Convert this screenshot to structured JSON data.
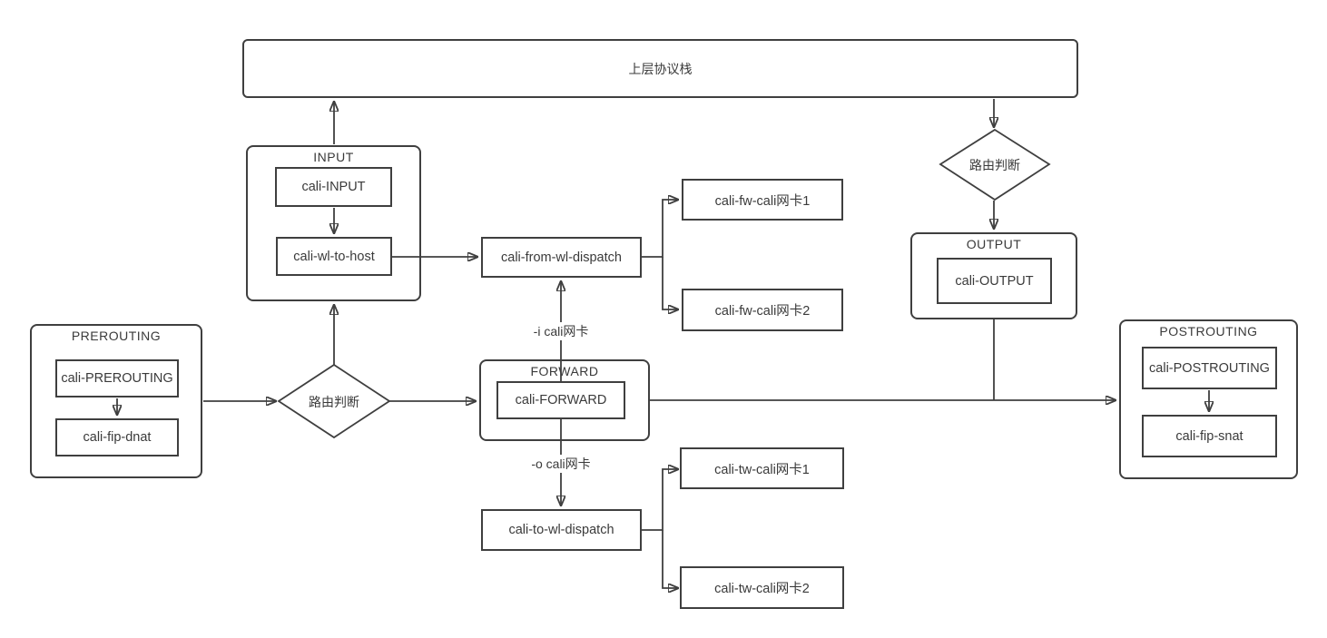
{
  "diagram_type": "flowchart",
  "subject": "netfilter iptables chains with Calico hook chains",
  "nodes": {
    "protocol_stack": {
      "label": "上层协议栈"
    },
    "prerouting": {
      "title": "PREROUTING",
      "rules": [
        "cali-PREROUTING",
        "cali-fip-dnat"
      ]
    },
    "input": {
      "title": "INPUT",
      "rules": [
        "cali-INPUT",
        "cali-wl-to-host"
      ]
    },
    "forward": {
      "title": "FORWARD",
      "rules": [
        "cali-FORWARD"
      ]
    },
    "output": {
      "title": "OUTPUT",
      "rules": [
        "cali-OUTPUT"
      ]
    },
    "postrouting": {
      "title": "POSTROUTING",
      "rules": [
        "cali-POSTROUTING",
        "cali-fip-snat"
      ]
    },
    "routing_decision_left": {
      "label": "路由判断"
    },
    "routing_decision_right": {
      "label": "路由判断"
    },
    "from_wl_dispatch": {
      "label": "cali-from-wl-dispatch"
    },
    "to_wl_dispatch": {
      "label": "cali-to-wl-dispatch"
    },
    "fw_interface_1": {
      "label": "cali-fw-cali网卡1"
    },
    "fw_interface_2": {
      "label": "cali-fw-cali网卡2"
    },
    "tw_interface_1": {
      "label": "cali-tw-cali网卡1"
    },
    "tw_interface_2": {
      "label": "cali-tw-cali网卡2"
    }
  },
  "edge_labels": {
    "input_interface": "-i cali网卡",
    "output_interface": "-o cali网卡"
  },
  "edges": [
    {
      "from": "INPUT",
      "to": "上层协议栈"
    },
    {
      "from": "上层协议栈",
      "to": "路由判断(右)"
    },
    {
      "from": "PREROUTING",
      "to": "路由判断(左)"
    },
    {
      "from": "路由判断(左)",
      "to": "INPUT"
    },
    {
      "from": "路由判断(左)",
      "to": "FORWARD"
    },
    {
      "from": "cali-PREROUTING",
      "to": "cali-fip-dnat"
    },
    {
      "from": "cali-INPUT",
      "to": "cali-wl-to-host"
    },
    {
      "from": "cali-wl-to-host",
      "to": "cali-from-wl-dispatch"
    },
    {
      "from": "cali-from-wl-dispatch",
      "to": "cali-fw-cali网卡1"
    },
    {
      "from": "cali-from-wl-dispatch",
      "to": "cali-fw-cali网卡2"
    },
    {
      "from": "FORWARD",
      "to": "cali-from-wl-dispatch",
      "label": "-i cali网卡"
    },
    {
      "from": "FORWARD",
      "to": "cali-to-wl-dispatch",
      "label": "-o cali网卡"
    },
    {
      "from": "FORWARD",
      "to": "POSTROUTING"
    },
    {
      "from": "OUTPUT",
      "to": "POSTROUTING"
    },
    {
      "from": "路由判断(右)",
      "to": "OUTPUT"
    },
    {
      "from": "cali-POSTROUTING",
      "to": "cali-fip-snat"
    },
    {
      "from": "cali-to-wl-dispatch",
      "to": "cali-tw-cali网卡1"
    },
    {
      "from": "cali-to-wl-dispatch",
      "to": "cali-tw-cali网卡2"
    }
  ],
  "colors": {
    "stroke": "#3f3f3f",
    "text": "#3a3a3a",
    "box_fill": "#ffffff",
    "background": "#ffffff"
  }
}
